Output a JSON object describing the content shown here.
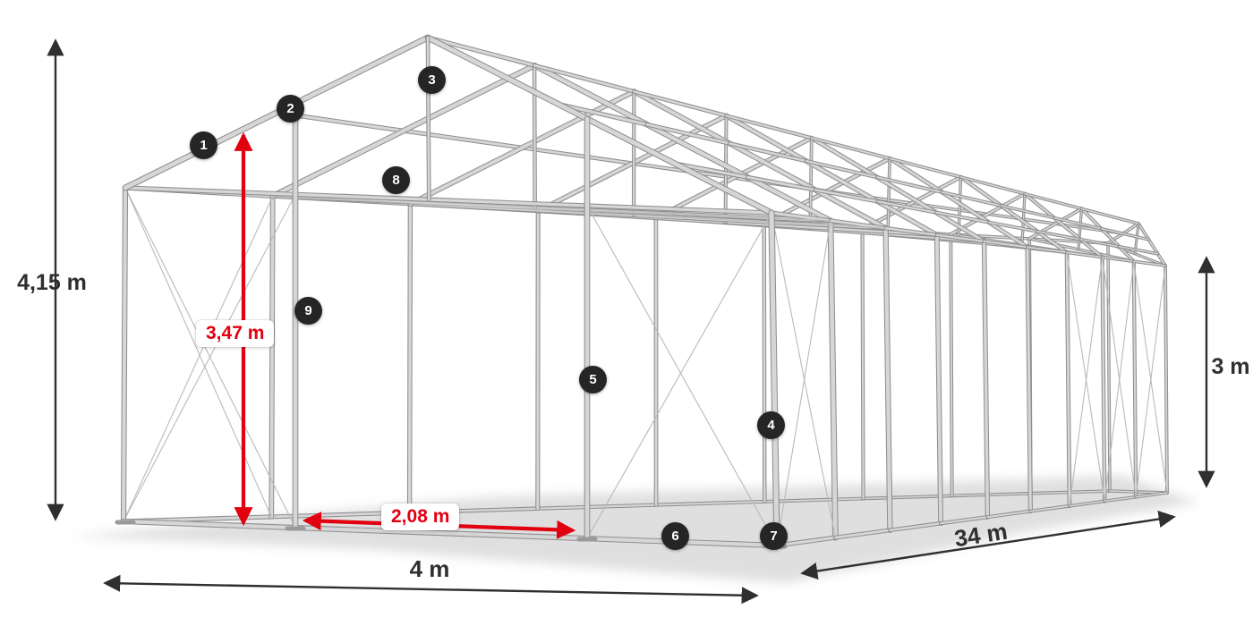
{
  "colors": {
    "page_bg": "#ffffff",
    "frame_dark": "#8f8f8f",
    "frame_light": "#d6d6d6",
    "brace": "#b9b9b9",
    "shadow": "#c0c0c0",
    "accent_red": "#e2000f",
    "dim_color": "#2f2f2f",
    "badge_bg": "#252525",
    "badge_fg": "#ffffff"
  },
  "badges": [
    {
      "label": "1"
    },
    {
      "label": "2"
    },
    {
      "label": "3"
    },
    {
      "label": "4"
    },
    {
      "label": "5"
    },
    {
      "label": "6"
    },
    {
      "label": "7"
    },
    {
      "label": "8"
    },
    {
      "label": "9"
    }
  ],
  "dimensions": {
    "total_height": "4,15 m",
    "clearance_height": "3,47 m",
    "door_width": "2,08 m",
    "side_height": "3 m",
    "width": "4 m",
    "length": "34 m"
  }
}
